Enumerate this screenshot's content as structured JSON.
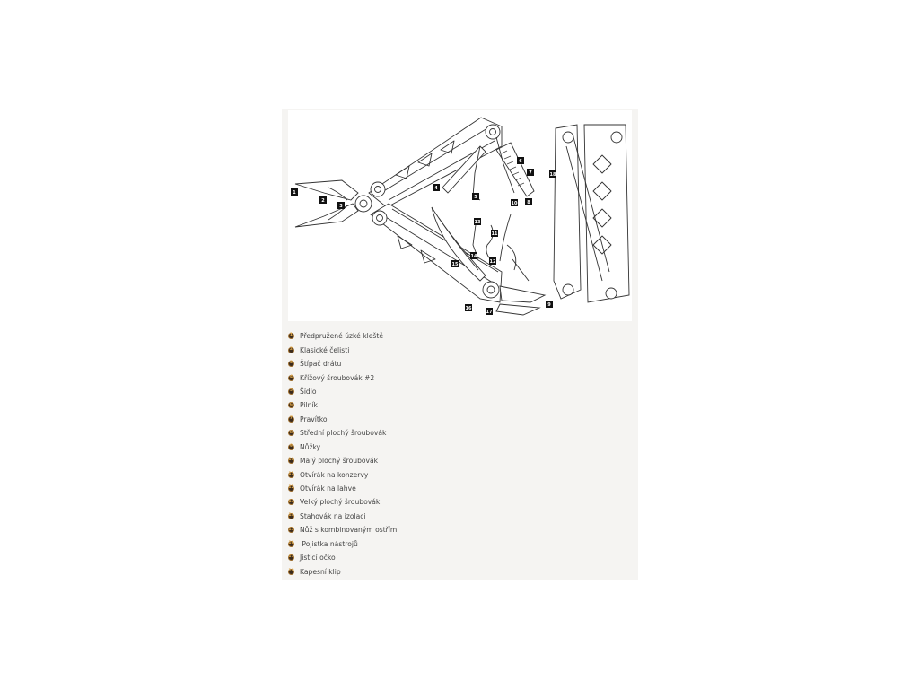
{
  "legend": [
    {
      "num": "1",
      "label": "Předpružené úzké kleště"
    },
    {
      "num": "2",
      "label": "Klasické čelisti"
    },
    {
      "num": "3",
      "label": "Štípač drátu"
    },
    {
      "num": "4",
      "label": "Křížový šroubovák #2"
    },
    {
      "num": "5",
      "label": "Šídlo"
    },
    {
      "num": "6",
      "label": "Pilník"
    },
    {
      "num": "7",
      "label": "Pravítko"
    },
    {
      "num": "8",
      "label": "Střední plochý šroubovák"
    },
    {
      "num": "9",
      "label": "Nůžky"
    },
    {
      "num": "10",
      "label": "Malý plochý šroubovák"
    },
    {
      "num": "11",
      "label": "Otvírák na konzervy"
    },
    {
      "num": "12",
      "label": "Otvírák na lahve"
    },
    {
      "num": "13",
      "label": "Velký plochý šroubovák"
    },
    {
      "num": "14",
      "label": "Stahovák na izolaci"
    },
    {
      "num": "15",
      "label": "Nůž s kombinovaným ostřím"
    },
    {
      "num": "16",
      "label": " Pojistka nástrojů"
    },
    {
      "num": "17",
      "label": "Jistící očko"
    },
    {
      "num": "18",
      "label": "Kapesní klip"
    }
  ],
  "callouts": [
    "1",
    "2",
    "3",
    "4",
    "5",
    "6",
    "7",
    "8",
    "9",
    "10",
    "11",
    "12",
    "13",
    "14",
    "15",
    "16",
    "17",
    "18"
  ]
}
